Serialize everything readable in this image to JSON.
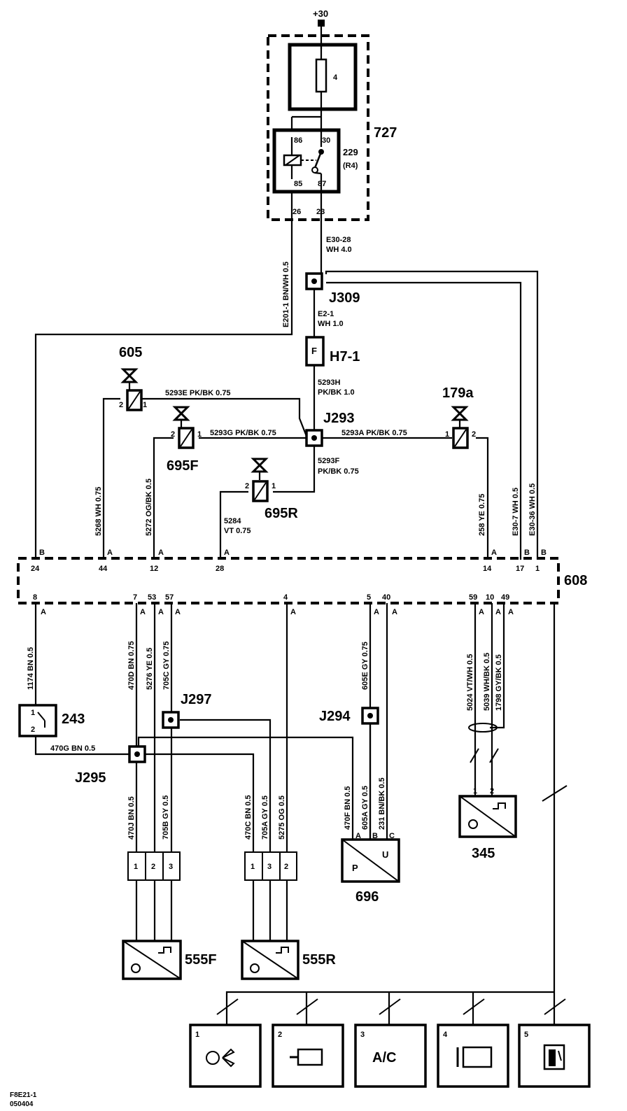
{
  "supply": "+30",
  "fuse_box": {
    "id": "727",
    "fuse": "4",
    "relay_id": "229",
    "relay_ref": "(R4)",
    "relay_pins": {
      "p86": "86",
      "p30": "30",
      "p85": "85",
      "p87": "87"
    },
    "out_26": "26",
    "out_23": "23"
  },
  "wires": {
    "e30_28": "E30-28",
    "e30_28_spec": "WH 4.0",
    "e201": "E201-1 BN/WH 0.5",
    "e2_1": "E2-1",
    "e2_1_spec": "WH       1.0",
    "w5293h": "5293H",
    "w5293h_spec": "PK/BK  1.0",
    "w5293e": "5293E  PK/BK  0.75",
    "w5293g": "5293G  PK/BK 0.75",
    "w5293a": "5293A  PK/BK  0.75",
    "w5293f": "5293F",
    "w5293f_spec": "PK/BK 0.75",
    "w5268": "5268  WH  0.75",
    "w5272": "5272  OG/BK  0.5",
    "w5284": "5284",
    "w5284_spec": "VT  0.75",
    "w258": "258  YE  0.75",
    "e30_7": "E30-7  WH  0.5",
    "e30_36": "E30-36  WH  0.5",
    "w1174": "1174  BN  0.5",
    "w470d": "470D  BN  0.75",
    "w5276": "5276  YE  0.5",
    "w705c": "705C  GY  0.75",
    "w605e": "605E  GY  0.75",
    "w5024": "5024  VT/WH  0.5",
    "w5039": "5039  WH/BK  0.5",
    "w1798": "1798  GY/BK  0.5",
    "w470g": "470G  BN  0.5",
    "w470j": "470J  BN  0.5",
    "w705b": "705B  GY  0.5",
    "w470c": "470C BN  0.5",
    "w705a": "705A  GY  0.5",
    "w5275": "5275  OG  0.5",
    "w470f": "470F  BN  0.5",
    "w605a": "605A  GY  0.5",
    "w231": "231  BN/BK  0.5"
  },
  "splices": {
    "j309": "J309",
    "j293": "J293",
    "j297": "J297",
    "j294": "J294",
    "j295": "J295"
  },
  "fuse_h7": {
    "id": "H7-1",
    "mark": "F"
  },
  "valves": {
    "v605": {
      "id": "605",
      "p1": "1",
      "p2": "2"
    },
    "v695f": {
      "id": "695F",
      "p1": "1",
      "p2": "2"
    },
    "v695r": {
      "id": "695R",
      "p1": "1",
      "p2": "2"
    },
    "v179a": {
      "id": "179a",
      "p1": "1",
      "p2": "2"
    }
  },
  "ecu": {
    "id": "608",
    "top_pins": [
      "24",
      "44",
      "12",
      "28",
      "14",
      "17",
      "1"
    ],
    "top_conn": [
      "B",
      "A",
      "A",
      "A",
      "A",
      "B",
      "B"
    ],
    "bottom_pins": [
      "8",
      "7",
      "53",
      "57",
      "4",
      "5",
      "40",
      "59",
      "10",
      "49"
    ],
    "bottom_conn": [
      "A",
      "A",
      "A",
      "A",
      "A",
      "A",
      "A",
      "A",
      "A",
      "A"
    ]
  },
  "switch_243": {
    "id": "243",
    "p1": "1",
    "p2": "2"
  },
  "sensor_345": {
    "id": "345",
    "p1": "1",
    "p2": "2"
  },
  "sensor_696": {
    "id": "696",
    "pa": "A",
    "pb": "B",
    "pc": "C",
    "lp": "P",
    "lu": "U"
  },
  "sensor_555f": {
    "id": "555F",
    "pins": [
      "1",
      "2",
      "3"
    ]
  },
  "sensor_555r": {
    "id": "555R",
    "pins": [
      "1",
      "3",
      "2"
    ]
  },
  "bottom_modules": [
    {
      "num": "1",
      "symbol": "fan-motor"
    },
    {
      "num": "2",
      "symbol": "heater"
    },
    {
      "num": "3",
      "text": "A/C"
    },
    {
      "num": "4",
      "symbol": "compressor"
    },
    {
      "num": "5",
      "symbol": "fuel-pump"
    }
  ],
  "footer": {
    "code": "F8E21-1",
    "date": "050404"
  }
}
